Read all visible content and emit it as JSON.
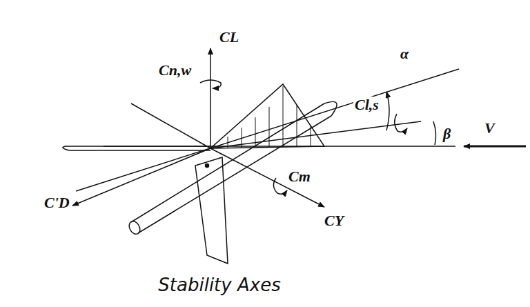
{
  "diagram": {
    "caption": "Stability Axes",
    "labels": [
      "CL",
      "Cn,w",
      "α",
      "Cl,s",
      "β",
      "V",
      "C'D",
      "Cm",
      "CY"
    ]
  }
}
